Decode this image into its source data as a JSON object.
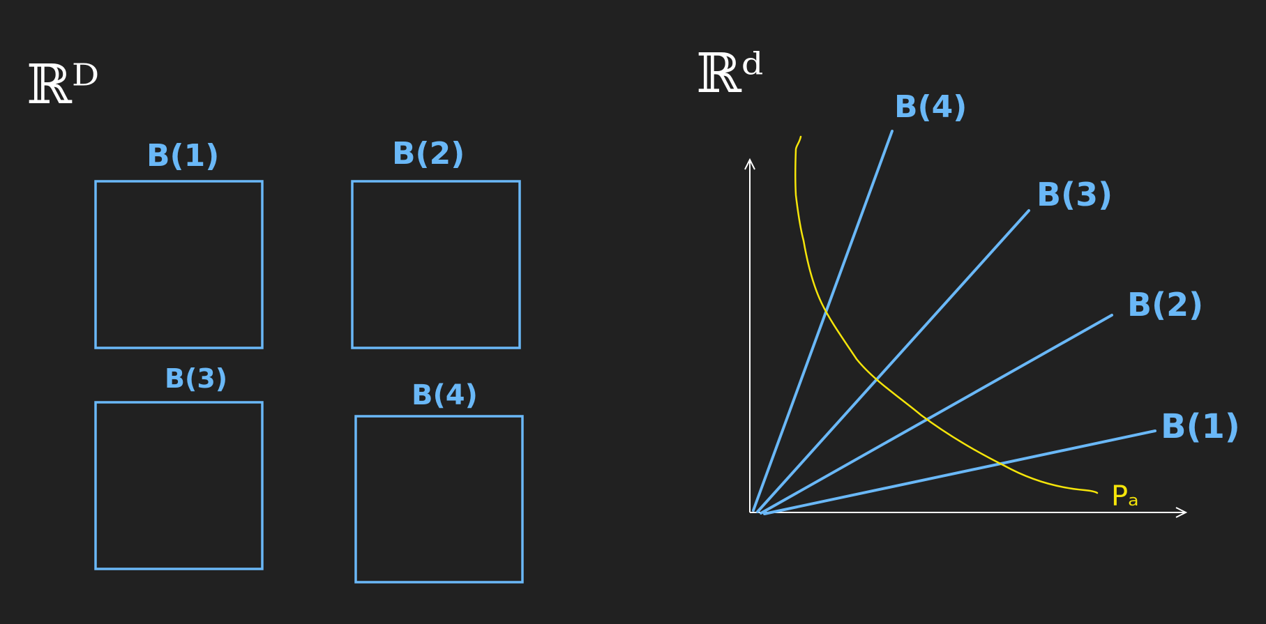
{
  "colors": {
    "background": "#212121",
    "blue": "#6ab8f7",
    "white": "#ffffff",
    "yellow": "#f5e50a"
  },
  "left_panel": {
    "space_label": "ℝᴰ",
    "boxes": [
      {
        "id": "b1",
        "label": "B(1)"
      },
      {
        "id": "b2",
        "label": "B(2)"
      },
      {
        "id": "b3",
        "label": "B(3)"
      },
      {
        "id": "b4",
        "label": "B(4)"
      }
    ]
  },
  "right_panel": {
    "space_label": "ℝᵈ",
    "rays": [
      {
        "id": "r4",
        "label": "B(4)"
      },
      {
        "id": "r3",
        "label": "B(3)"
      },
      {
        "id": "r2",
        "label": "B(2)"
      },
      {
        "id": "r1",
        "label": "B(1)"
      }
    ],
    "curve_label": "Pₐ"
  }
}
